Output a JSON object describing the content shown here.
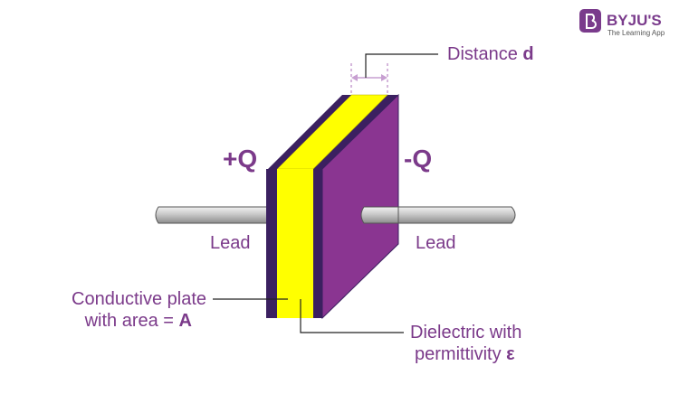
{
  "brand": {
    "name": "BYJU'S",
    "tagline": "The Learning App",
    "logo_color": "#7a3b8c"
  },
  "labels": {
    "distance": "Distance ",
    "distance_var": "d",
    "positive_charge": "+Q",
    "negative_charge": "-Q",
    "lead_left": "Lead",
    "lead_right": "Lead",
    "plate_line1": "Conductive plate",
    "plate_line2": "with area = ",
    "plate_var": "A",
    "dielectric_line1": "Dielectric with",
    "dielectric_line2": "permittivity ",
    "dielectric_var": "ε"
  },
  "colors": {
    "label": "#7b3a8a",
    "plate_front": "#8a3591",
    "plate_edge": "#3b2060",
    "dielectric": "#ffff00",
    "dimension": "#c79fd1",
    "lead": "#c8c8c8"
  }
}
